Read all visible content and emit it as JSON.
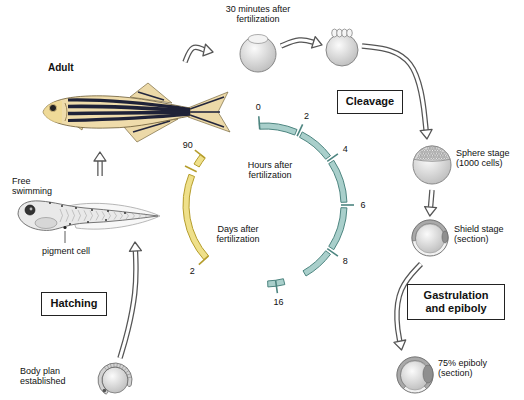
{
  "diagram": {
    "nodes": [
      {
        "text": [
          "30 minutes after fertilization"
        ]
      },
      {
        "text": [
          "Cleavage"
        ]
      },
      {
        "text": [
          "Sphere stage (1000 cells)"
        ]
      },
      {
        "text": [
          "Shield stage (section)"
        ]
      },
      {
        "text": [
          "Gastrulation and epiboly"
        ]
      },
      {
        "text": [
          "75% epiboly (section)"
        ]
      },
      {
        "text": [
          "Body plan established"
        ]
      },
      {
        "text": [
          "Hatching"
        ]
      },
      {
        "text": [
          "Free swimming"
        ]
      },
      {
        "text": [
          "Adult"
        ]
      }
    ],
    "edges": [
      {
        "from": 2,
        "to": 3,
        "arrow": "to"
      },
      {
        "from": 3,
        "to": 5,
        "arrow": "to"
      },
      {
        "from": 6,
        "to": 8,
        "arrow": "to"
      },
      {
        "from": 8,
        "to": 9,
        "arrow": "to"
      },
      {
        "from": 9,
        "to": 0,
        "arrow": "to"
      }
    ],
    "labels": [
      "pigment cell",
      "Hours after fertilization",
      "0",
      "2",
      "4",
      "6",
      "8",
      "16",
      "Days after fertilization",
      "2",
      "90"
    ]
  }
}
